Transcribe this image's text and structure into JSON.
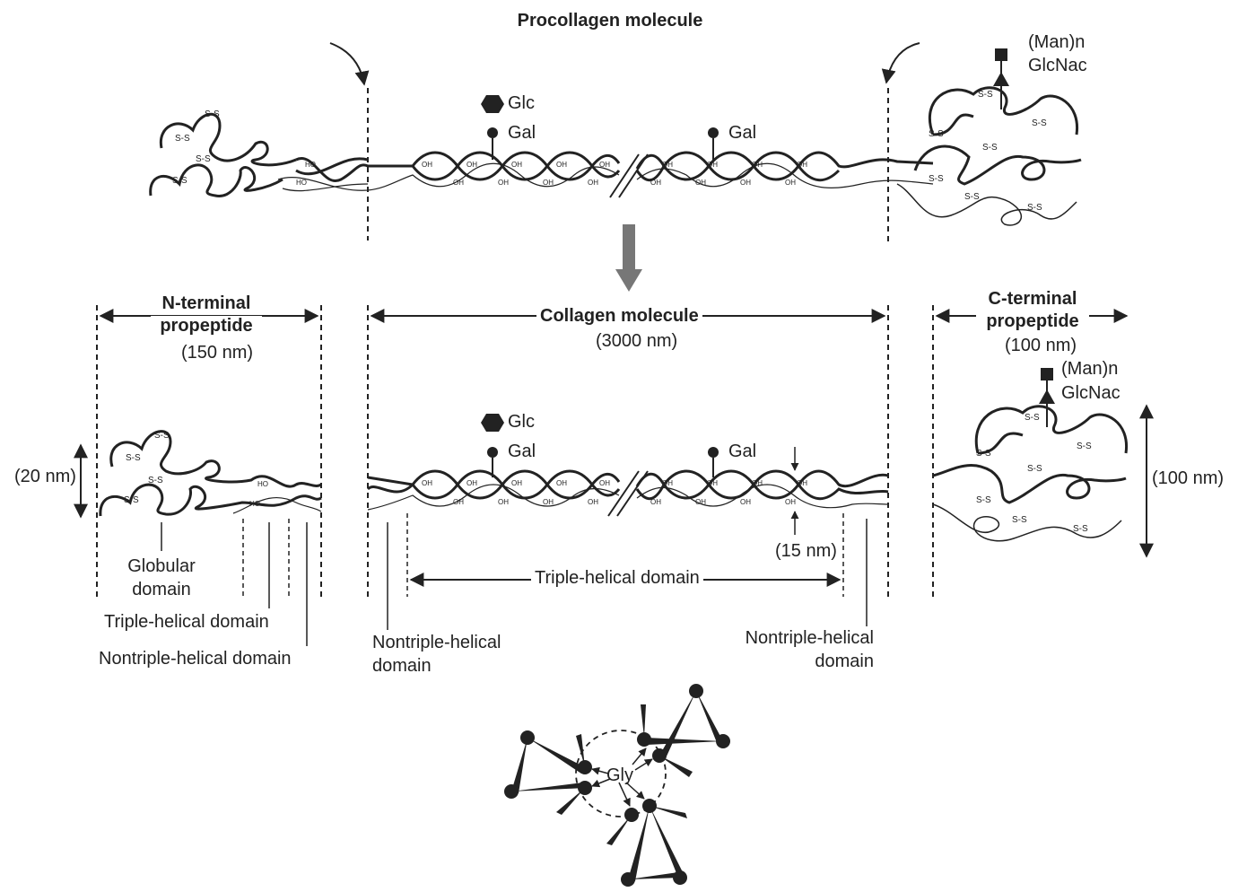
{
  "title": "Procollagen molecule",
  "top": {
    "glc": "Glc",
    "gal_left": "Gal",
    "gal_right": "Gal",
    "man_n": "(Man)n",
    "glcnac": "GlcNac",
    "ss": "S-S",
    "ho": "HO",
    "oh": "OH"
  },
  "middle": {
    "n_terminal_line1": "N-terminal",
    "n_terminal_line2": "propeptide",
    "n_terminal_size": "(150 nm)",
    "collagen": "Collagen molecule",
    "collagen_size": "(3000 nm)",
    "c_terminal_line1": "C-terminal",
    "c_terminal_line2": "propeptide",
    "c_terminal_size": "(100 nm)",
    "glc": "Glc",
    "gal_left": "Gal",
    "gal_right": "Gal",
    "man_n": "(Man)n",
    "glcnac": "GlcNac",
    "height_left": "(20 nm)",
    "height_right": "(100 nm)",
    "width_helix": "(15 nm)",
    "triple_helical_center": "Triple-helical domain"
  },
  "labels": {
    "globular_line1": "Globular",
    "globular_line2": "domain",
    "triple_helical_left": "Triple-helical domain",
    "nontriple_left": "Nontriple-helical domain",
    "nontriple_center_line1": "Nontriple-helical",
    "nontriple_center_line2": "domain",
    "nontriple_right_line1": "Nontriple-helical",
    "nontriple_right_line2": "domain"
  },
  "bottom": {
    "gly": "Gly"
  }
}
